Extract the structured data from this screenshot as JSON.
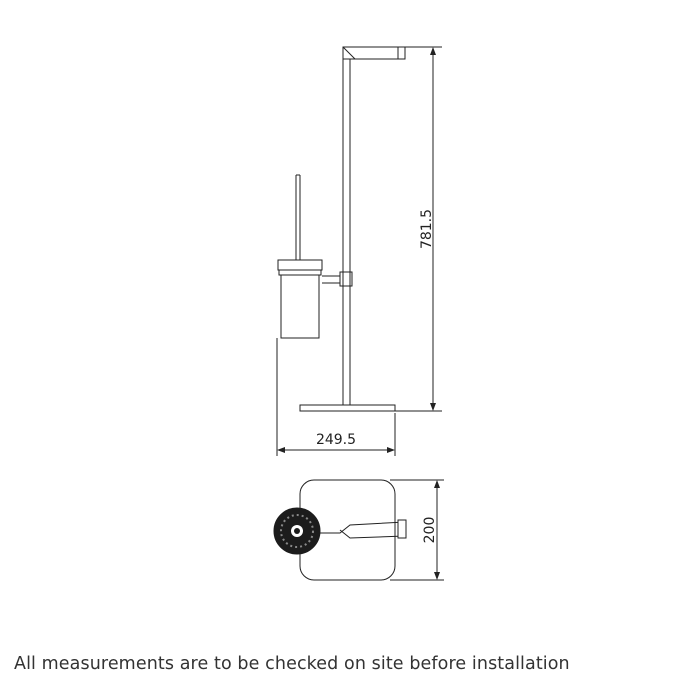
{
  "drawing": {
    "dimensions": {
      "height": "781.5",
      "width": "249.5",
      "depth": "200"
    }
  },
  "footer": {
    "note": "All measurements are to be checked on site before installation"
  },
  "colors": {
    "line": "#222222",
    "text": "#333333",
    "background": "#ffffff"
  }
}
